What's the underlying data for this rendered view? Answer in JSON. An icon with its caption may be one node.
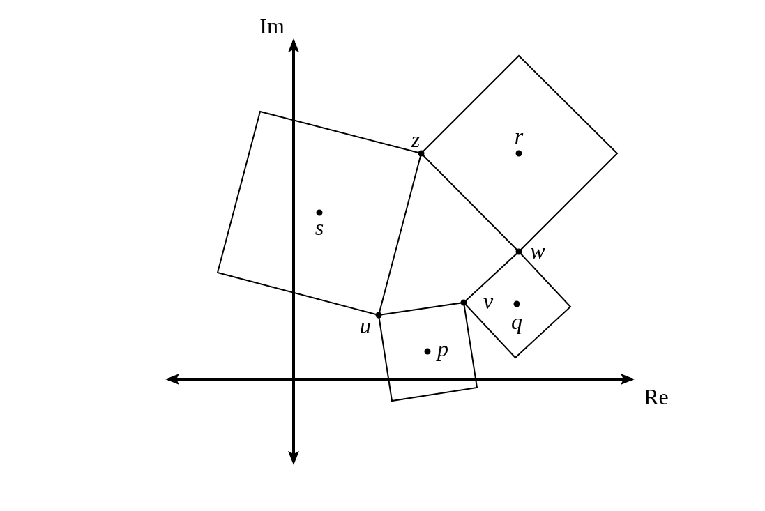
{
  "diagram": {
    "labels": [
      "Im",
      "z",
      "r",
      "s",
      "w",
      "v",
      "u",
      "q",
      "p",
      "Re"
    ]
  }
}
